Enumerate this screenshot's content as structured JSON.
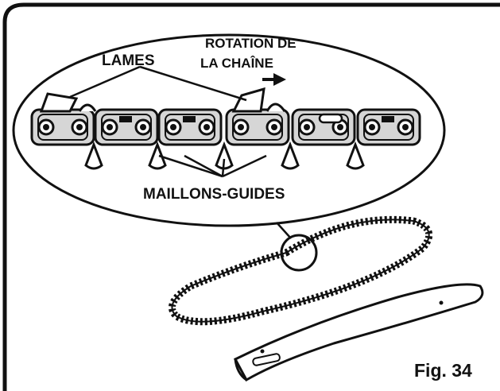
{
  "labels": {
    "lames": "LAMES",
    "rotation_line1": "ROTATION DE",
    "rotation_line2": "LA CHAÎNE",
    "maillons_guides": "MAILLONS-GUIDES",
    "figure": "Fig. 34"
  },
  "colors": {
    "ink": "#111111",
    "paper": "#ffffff",
    "link_shade": "#d6d6d6"
  }
}
